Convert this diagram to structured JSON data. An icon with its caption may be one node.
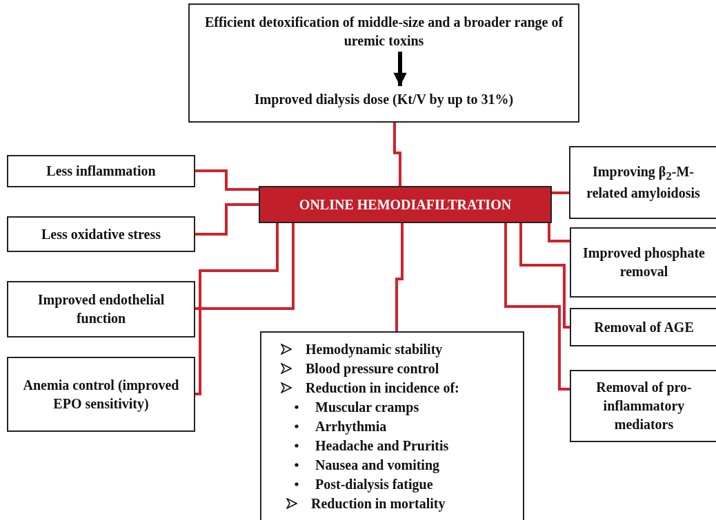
{
  "diagram": {
    "nodes": [
      {
        "text": [],
        "shape": "box"
      },
      {
        "text": [
          "Efficient detoxification of middle-size and a broader range of uremic toxins"
        ],
        "in": 0
      },
      {
        "text": [
          "Improved dialysis dose (Kt/V by up to 31%)"
        ],
        "in": 0
      },
      {
        "text": [
          "ONLINE HEMODIAFILTRATION"
        ]
      },
      {
        "text": [
          "Less inflammation"
        ]
      },
      {
        "text": [
          "Less oxidative stress"
        ]
      },
      {
        "text": [
          "Improved endothelial function"
        ]
      },
      {
        "text": [
          "Anemia control (improved EPO sensitivity)"
        ]
      },
      {
        "text": [
          "Hemodynamic stability",
          "Blood pressure control",
          "Reduction in incidence of:",
          "Muscular cramps",
          "Arrhythmia",
          "Headache and Pruritis",
          "Nausea and vomiting",
          "Post-dialysis fatigue",
          "Reduction in mortality"
        ]
      },
      {
        "text": [
          "Improving β$_{2}$-M-related amyloidosis"
        ]
      },
      {
        "text": [
          "Improved phosphate removal"
        ]
      },
      {
        "text": [
          "Removal of AGE"
        ]
      },
      {
        "text": [
          "Removal of pro-inflammatory mediators"
        ]
      }
    ],
    "edges": [
      {
        "from": 1,
        "to": 2,
        "arrow": "to",
        "color": "#000000"
      },
      {
        "from": 0,
        "to": 3,
        "arrow": "none"
      },
      {
        "from": 3,
        "to": 4,
        "arrow": "none"
      },
      {
        "from": 3,
        "to": 5,
        "arrow": "none"
      },
      {
        "from": 3,
        "to": 6,
        "arrow": "none"
      },
      {
        "from": 3,
        "to": 7,
        "arrow": "none"
      },
      {
        "from": 3,
        "to": 8,
        "arrow": "none"
      },
      {
        "from": 3,
        "to": 9,
        "arrow": "none"
      },
      {
        "from": 3,
        "to": 10,
        "arrow": "none"
      },
      {
        "from": 3,
        "to": 11,
        "arrow": "none"
      },
      {
        "from": 3,
        "to": 12,
        "arrow": "none"
      }
    ]
  }
}
